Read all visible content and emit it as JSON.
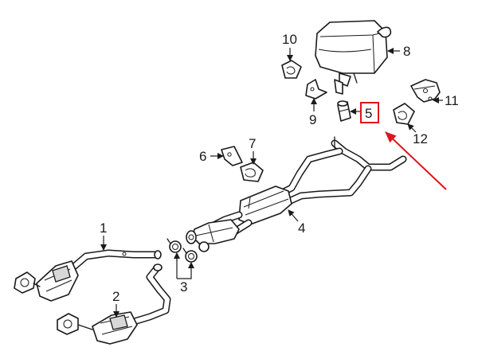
{
  "callouts": {
    "p1": "1",
    "p2": "2",
    "p3": "3",
    "p4": "4",
    "p5": "5",
    "p6": "6",
    "p7": "7",
    "p8": "8",
    "p9": "9",
    "p10": "10",
    "p11": "11",
    "p12": "12"
  },
  "colors": {
    "highlight": "#e0141e",
    "line": "#1a1a1a",
    "background": "#ffffff"
  }
}
